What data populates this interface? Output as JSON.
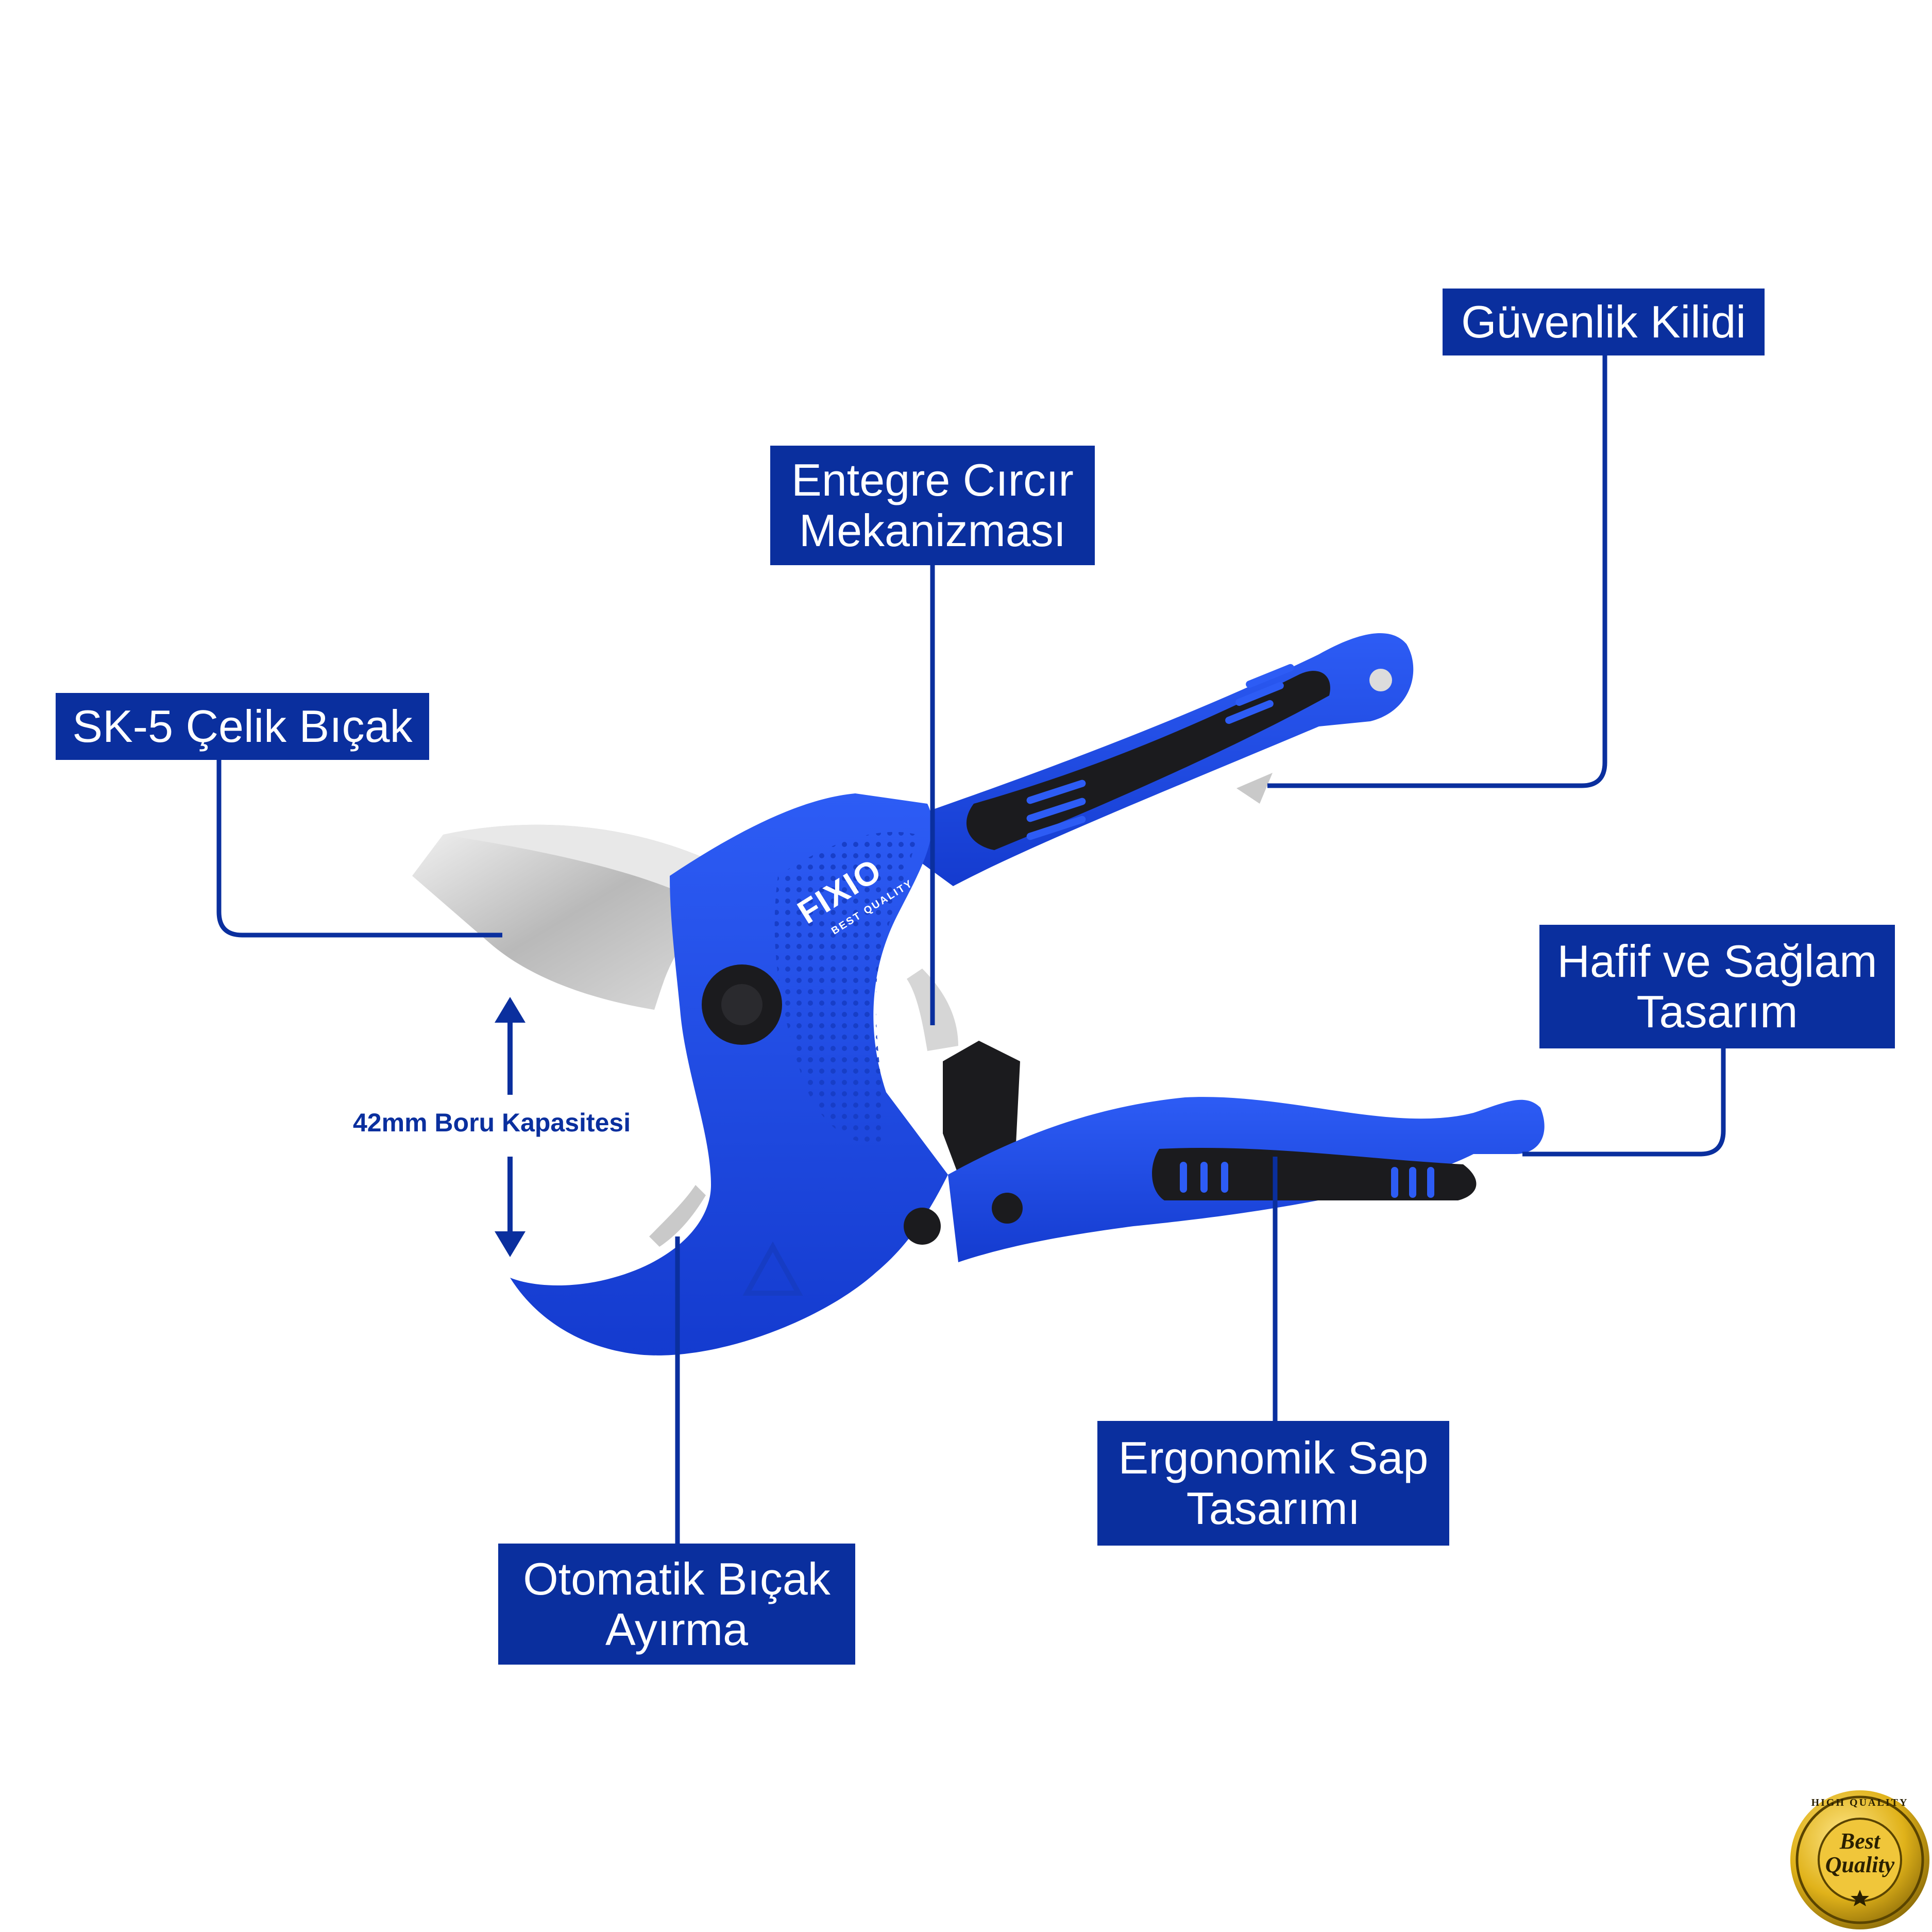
{
  "callouts": {
    "guvenlik": {
      "lines": [
        "Güvenlik Kilidi"
      ]
    },
    "entegre": {
      "lines": [
        "Entegre Cırcır",
        "Mekanizması"
      ]
    },
    "sk5": {
      "lines": [
        "SK-5 Çelik Bıçak"
      ]
    },
    "hafif": {
      "lines": [
        "Hafif ve Sağlam",
        "Tasarım"
      ]
    },
    "ergonomik": {
      "lines": [
        "Ergonomik Sap",
        "Tasarımı"
      ]
    },
    "otomatik": {
      "lines": [
        "Otomatik Bıçak",
        "Ayırma"
      ]
    }
  },
  "dimension": {
    "text": "42mm Boru Kapasitesi"
  },
  "product": {
    "brand": "FIXIO",
    "tagline": "BEST QUALITY"
  },
  "seal": {
    "ring_text": "HIGH QUALITY",
    "line1": "Best",
    "line2": "Quality"
  },
  "colors": {
    "label_bg": "#0a2f9e",
    "tool_blue": "#1a45e0",
    "grip_black": "#1b1b1e",
    "blade": "#c9c9c9",
    "seal_gold": "#e0b21a"
  },
  "icons": [
    "double-arrow-icon",
    "pivot-bolt-icon",
    "seal-star-icon"
  ]
}
